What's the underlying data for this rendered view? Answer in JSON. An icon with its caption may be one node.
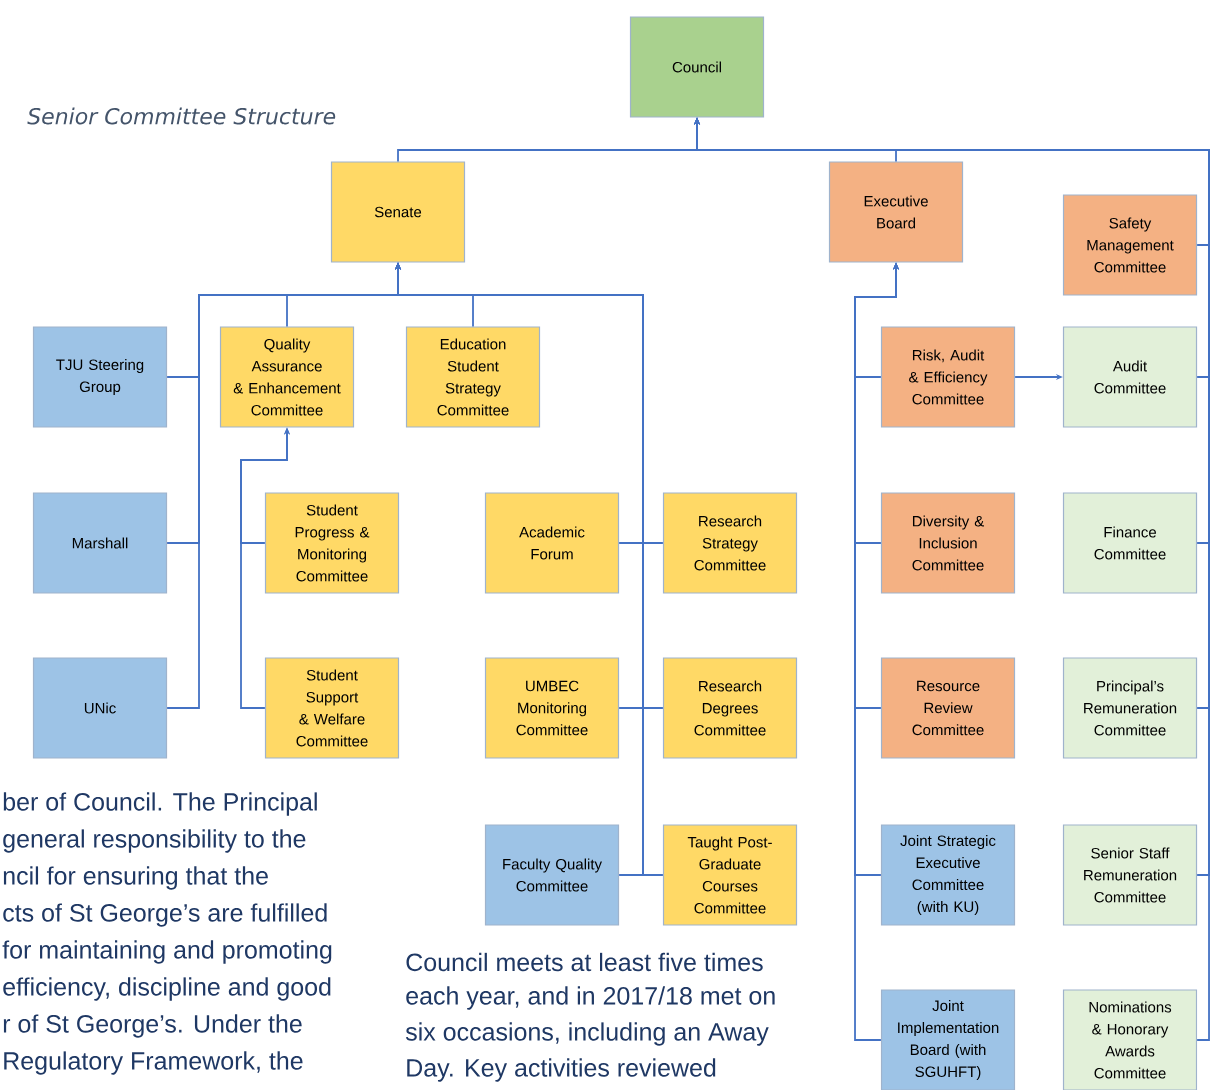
{
  "diagram": {
    "title": "Senior Committee Structure",
    "nodes": [
      {
        "text": [
          "Council"
        ]
      },
      {
        "text": [
          "Senate"
        ]
      },
      {
        "text": [
          "Executive Board"
        ]
      },
      {
        "text": [
          "Safety Management Committee"
        ]
      },
      {
        "text": [
          "TJU Steering Group"
        ]
      },
      {
        "text": [
          "Quality Assurance & Enhancement Committee"
        ]
      },
      {
        "text": [
          "Education Student Strategy Committee"
        ]
      },
      {
        "text": [
          "Risk, Audit & Efficiency Committee"
        ]
      },
      {
        "text": [
          "Audit Committee"
        ]
      },
      {
        "text": [
          "Marshall"
        ]
      },
      {
        "text": [
          "Student Progress & Monitoring Committee"
        ]
      },
      {
        "text": [
          "Academic Forum"
        ]
      },
      {
        "text": [
          "Research Strategy Committee"
        ]
      },
      {
        "text": [
          "Diversity & Inclusion Committee"
        ]
      },
      {
        "text": [
          "Finance Committee"
        ]
      },
      {
        "text": [
          "UNic"
        ]
      },
      {
        "text": [
          "Student Support & Welfare Committee"
        ]
      },
      {
        "text": [
          "UMBEC Monitoring Committee"
        ]
      },
      {
        "text": [
          "Research Degrees Committee"
        ]
      },
      {
        "text": [
          "Resource Review Committee"
        ]
      },
      {
        "text": [
          "Principal’s Remuneration Committee"
        ]
      },
      {
        "text": [
          "Faculty Quality Committee"
        ]
      },
      {
        "text": [
          "Taught Post-Graduate Courses Committee"
        ]
      },
      {
        "text": [
          "Joint Strategic Executive Committee (with KU)"
        ]
      },
      {
        "text": [
          "Senior Staff Remuneration Committee"
        ]
      },
      {
        "text": [
          "Joint Implementation Board (with SGUHFT)"
        ]
      },
      {
        "text": [
          "Nominations & Honorary Awards Committee"
        ]
      }
    ],
    "edges": [
      {
        "from": 1,
        "to": 0,
        "arrow": "to"
      },
      {
        "from": 2,
        "to": 0,
        "arrow": "to"
      },
      {
        "from": 3,
        "to": 0,
        "arrow": "to"
      },
      {
        "from": 8,
        "to": 0,
        "arrow": "to"
      },
      {
        "from": 14,
        "to": 0,
        "arrow": "to"
      },
      {
        "from": 20,
        "to": 0,
        "arrow": "to"
      },
      {
        "from": 24,
        "to": 0,
        "arrow": "to"
      },
      {
        "from": 26,
        "to": 0,
        "arrow": "to"
      },
      {
        "from": 4,
        "to": 1,
        "arrow": "to"
      },
      {
        "from": 5,
        "to": 1,
        "arrow": "to"
      },
      {
        "from": 6,
        "to": 1,
        "arrow": "to"
      },
      {
        "from": 9,
        "to": 1,
        "arrow": "to"
      },
      {
        "from": 15,
        "to": 1,
        "arrow": "to"
      },
      {
        "from": 11,
        "to": 1,
        "arrow": "to"
      },
      {
        "from": 12,
        "to": 1,
        "arrow": "to"
      },
      {
        "from": 17,
        "to": 1,
        "arrow": "to"
      },
      {
        "from": 18,
        "to": 1,
        "arrow": "to"
      },
      {
        "from": 21,
        "to": 1,
        "arrow": "to"
      },
      {
        "from": 22,
        "to": 1,
        "arrow": "to"
      },
      {
        "from": 10,
        "to": 5,
        "arrow": "to"
      },
      {
        "from": 16,
        "to": 5,
        "arrow": "to"
      },
      {
        "from": 7,
        "to": 2,
        "arrow": "to"
      },
      {
        "from": 13,
        "to": 2,
        "arrow": "to"
      },
      {
        "from": 19,
        "to": 2,
        "arrow": "to"
      },
      {
        "from": 23,
        "to": 2,
        "arrow": "to"
      },
      {
        "from": 25,
        "to": 2,
        "arrow": "to"
      },
      {
        "from": 7,
        "to": 8,
        "arrow": "to"
      }
    ],
    "labels": [
      "ber of Council. The Principal",
      "general responsibility to the",
      "ncil for ensuring that the",
      "cts of St George’s are fulfilled",
      "for maintaining and promoting",
      "efficiency, discipline and good",
      "r of St George’s. Under the",
      "Regulatory  Framework, the",
      "Council meets at least five times",
      "each year, and in 2017/18  met on",
      "six occasions, including an Away",
      "Day.  Key activities reviewed"
    ]
  }
}
